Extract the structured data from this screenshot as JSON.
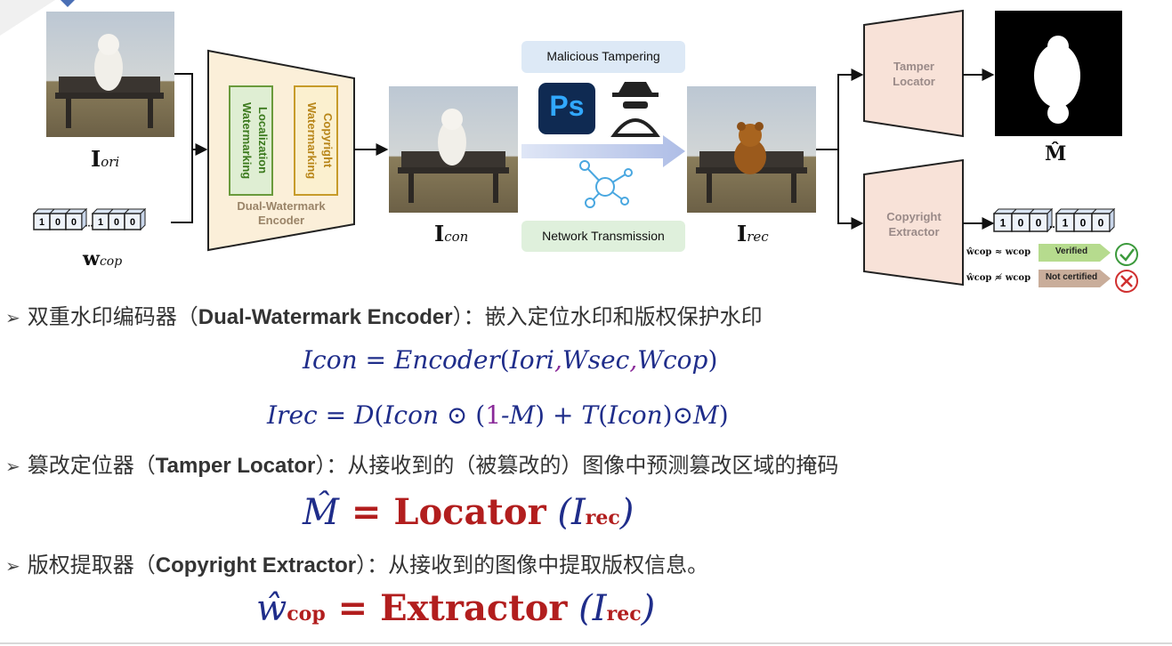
{
  "diagram": {
    "label_i_ori": "I",
    "label_i_ori_sub": "ori",
    "label_w_cop": "w",
    "label_w_cop_sub": "cop",
    "encoder_title": "Dual-Watermark Encoder",
    "localization_wm": "Localization Watermarking",
    "copyright_wm": "Copyright Watermarking",
    "label_i_con": "I",
    "label_i_con_sub": "con",
    "malicious_tampering": "Malicious Tampering",
    "network_transmission": "Network Transmission",
    "ps_logo_text": "Ps",
    "label_i_rec": "I",
    "label_i_rec_sub": "rec",
    "tamper_locator": "Tamper Locator",
    "copyright_extractor": "Copyright Extractor",
    "label_m_hat": "M̂",
    "bits_group": [
      "1",
      "0",
      "0"
    ],
    "bits_ellipsis": "...",
    "approx_expr": "ŵcop ≈ wcop",
    "not_approx_expr": "ŵcop ≉ wcop",
    "verified": "Verified",
    "not_certified": "Not certified"
  },
  "bullets": {
    "encoder": {
      "zh": "双重水印编码器（",
      "en": "Dual-Watermark Encoder",
      "zh2": "）：嵌入定位水印和版权保护水印"
    },
    "locator": {
      "zh": "篡改定位器（",
      "en": "Tamper Locator",
      "zh2": "）：从接收到的（被篡改的）图像中预测篡改区域的掩码"
    },
    "extractor": {
      "zh": "版权提取器（",
      "en": "Copyright Extractor",
      "zh2": "）：从接收到的图像中提取版权信息。"
    }
  },
  "equations": {
    "eq1": {
      "lhs": "Icon",
      "eq": " = ",
      "fn": "Encoder",
      "open": "(",
      "a1": "Iori",
      "c1": ",",
      "a2": "Wsec",
      "c2": ",",
      "a3": "Wcop",
      "close": ")"
    },
    "eq2": {
      "lhs": "Irec",
      "eq": " = ",
      "d": "D",
      "p1": "(",
      "icon": "Icon",
      "odot1": " ⊙ ",
      "p2": "(",
      "one": "1",
      "minus": "-M",
      "p3": ")",
      "plus": " + ",
      "t": "T",
      "p4": "(",
      "icon2": "Icon",
      "p5": ")",
      "odot2": "⊙",
      "m": "M",
      "p6": ")"
    },
    "eq3": {
      "lhs": "M̂",
      "eq": " = ",
      "fn": "Locator",
      "open": " (",
      "arg": "I",
      "sub": "rec",
      "close": ")"
    },
    "eq4": {
      "lhs": "ŵ",
      "lhs_sub": "cop",
      "eq": " = ",
      "fn": "Extractor",
      "open": " (",
      "arg": "I",
      "sub": "rec",
      "close": ")"
    }
  }
}
